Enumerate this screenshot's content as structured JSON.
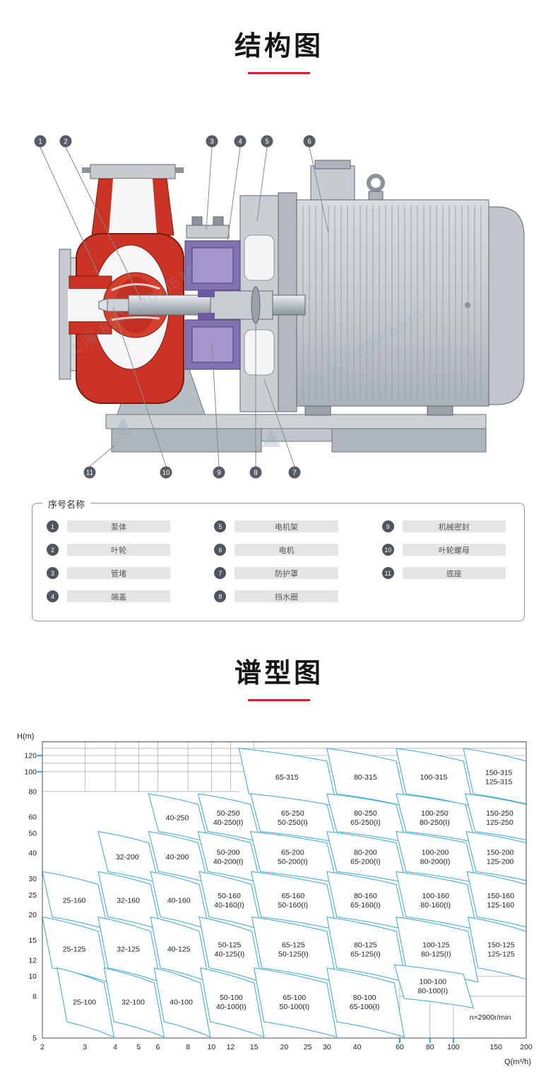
{
  "header": {
    "structure_title": "结构图",
    "spectrum_title": "谱型图",
    "accent_color": "#d2232e"
  },
  "diagram": {
    "watermark": "上海 800-820-6570",
    "callouts_top": [
      "1",
      "2",
      "3",
      "4",
      "5",
      "6"
    ],
    "callouts_bottom": [
      "11",
      "10",
      "9",
      "8",
      "7"
    ]
  },
  "legend": {
    "label": "序号名称",
    "columns": [
      {
        "items": [
          {
            "num": "1",
            "name": "泵体"
          },
          {
            "num": "2",
            "name": "叶轮"
          },
          {
            "num": "3",
            "name": "管堵"
          },
          {
            "num": "4",
            "name": "端盖"
          }
        ]
      },
      {
        "items": [
          {
            "num": "5",
            "name": "电机架"
          },
          {
            "num": "6",
            "name": "电机"
          },
          {
            "num": "7",
            "name": "防护罩"
          },
          {
            "num": "8",
            "name": "挡水圈"
          }
        ]
      },
      {
        "items": [
          {
            "num": "9",
            "name": "机械密封"
          },
          {
            "num": "10",
            "name": "叶轮螺母"
          },
          {
            "num": "11",
            "name": "底座"
          }
        ]
      }
    ]
  },
  "chart_data": {
    "type": "region-map",
    "title": "谱型图",
    "xlabel": "Q(m³/h)",
    "ylabel": "H(m)",
    "x_scale": "log",
    "y_scale": "log",
    "xlim": [
      2,
      200
    ],
    "ylim": [
      5,
      140
    ],
    "x_ticks": [
      2,
      3,
      4,
      5,
      6,
      8,
      10,
      12,
      15,
      20,
      25,
      30,
      40,
      60,
      80,
      100,
      150,
      200
    ],
    "y_ticks": [
      120,
      100,
      80,
      60,
      50,
      40,
      30,
      25,
      20,
      15,
      12,
      10,
      8,
      5
    ],
    "speed_annotation": "n=2900r/min",
    "rows": [
      {
        "h": [
          78,
          130
        ],
        "cells": [
          {
            "labels": [
              "65-315"
            ],
            "q": [
              13,
              30
            ]
          },
          {
            "labels": [
              "80-315"
            ],
            "q": [
              30,
              58
            ]
          },
          {
            "labels": [
              "100-315"
            ],
            "q": [
              58,
              110
            ]
          },
          {
            "labels": [
              "150-315",
              "125-315"
            ],
            "q": [
              110,
              200
            ]
          }
        ]
      },
      {
        "h": [
          51,
          78
        ],
        "cells": [
          {
            "labels": [
              "40-250"
            ],
            "q": [
              5.5,
              8.8
            ]
          },
          {
            "labels": [
              "50-250",
              "40-250(I)"
            ],
            "q": [
              8.8,
              14.5
            ]
          },
          {
            "labels": [
              "65-250",
              "50-250(I)"
            ],
            "q": [
              14.5,
              30
            ]
          },
          {
            "labels": [
              "80-250",
              "65-250(I)"
            ],
            "q": [
              30,
              58
            ]
          },
          {
            "labels": [
              "100-250",
              "80-250(I)"
            ],
            "q": [
              58,
              112
            ]
          },
          {
            "labels": [
              "150-250",
              "125-250"
            ],
            "q": [
              112,
              200
            ]
          }
        ]
      },
      {
        "h": [
          32.5,
          51
        ],
        "cells": [
          {
            "labels": [
              "32-200"
            ],
            "q": [
              3.4,
              5.5
            ]
          },
          {
            "labels": [
              "40-200"
            ],
            "q": [
              5.5,
              8.8
            ]
          },
          {
            "labels": [
              "50-200",
              "40-200(I)"
            ],
            "q": [
              8.8,
              14.5
            ]
          },
          {
            "labels": [
              "65-200",
              "50-200(I)"
            ],
            "q": [
              14.5,
              30
            ]
          },
          {
            "labels": [
              "80-200",
              "65-200(I)"
            ],
            "q": [
              30,
              58
            ]
          },
          {
            "labels": [
              "100-200",
              "80-200(I)"
            ],
            "q": [
              58,
              113
            ]
          },
          {
            "labels": [
              "150-200",
              "125-200"
            ],
            "q": [
              113,
              200
            ]
          }
        ]
      },
      {
        "h": [
          19.5,
          32.5
        ],
        "cells": [
          {
            "labels": [
              "25-160"
            ],
            "q": [
              2,
              3.4
            ]
          },
          {
            "labels": [
              "32-160"
            ],
            "q": [
              3.4,
              5.6
            ]
          },
          {
            "labels": [
              "40-160"
            ],
            "q": [
              5.6,
              8.9
            ]
          },
          {
            "labels": [
              "50-160",
              "40-160(I)"
            ],
            "q": [
              8.9,
              14.6
            ]
          },
          {
            "labels": [
              "65-160",
              "50-160(I)"
            ],
            "q": [
              14.6,
              30
            ]
          },
          {
            "labels": [
              "80-160",
              "65-160(I)"
            ],
            "q": [
              30,
              58
            ]
          },
          {
            "labels": [
              "100-160",
              "80-160(I)"
            ],
            "q": [
              58,
              114
            ]
          },
          {
            "labels": [
              "150-160",
              "125-160"
            ],
            "q": [
              114,
              200
            ]
          }
        ]
      },
      {
        "h": [
          11,
          19.5
        ],
        "cells": [
          {
            "labels": [
              "25-125"
            ],
            "q": [
              2,
              3.4
            ]
          },
          {
            "labels": [
              "32-125"
            ],
            "q": [
              3.4,
              5.6
            ]
          },
          {
            "labels": [
              "40-125"
            ],
            "q": [
              5.6,
              8.9
            ]
          },
          {
            "labels": [
              "50-125",
              "40-125(I)"
            ],
            "q": [
              8.9,
              14.7
            ]
          },
          {
            "labels": [
              "65-125",
              "50-125(I)"
            ],
            "q": [
              14.7,
              30
            ]
          },
          {
            "labels": [
              "80-125",
              "65-125(I)"
            ],
            "q": [
              30,
              58
            ]
          },
          {
            "labels": [
              "100-125",
              "80-125(I)"
            ],
            "q": [
              58,
              115
            ]
          },
          {
            "labels": [
              "150-125",
              "125-125"
            ],
            "q": [
              115,
              200
            ]
          }
        ]
      },
      {
        "h": [
          6,
          11
        ],
        "cells": [
          {
            "labels": [
              "25-100"
            ],
            "q": [
              2.3,
              3.6
            ]
          },
          {
            "labels": [
              "32-100"
            ],
            "q": [
              3.6,
              5.8
            ]
          },
          {
            "labels": [
              "40-100"
            ],
            "q": [
              5.8,
              9
            ]
          },
          {
            "labels": [
              "50-100",
              "40-100(I)"
            ],
            "q": [
              9,
              15
            ]
          },
          {
            "labels": [
              "65-100",
              "50-100(I)"
            ],
            "q": [
              15,
              30
            ]
          },
          {
            "labels": [
              "80-100",
              "65-100(I)"
            ],
            "q": [
              30,
              57
            ]
          },
          {
            "labels": [
              "100-100",
              "80-100(I)"
            ],
            "q": [
              57,
              110
            ],
            "h": [
              7.8,
              11.4
            ]
          }
        ]
      }
    ]
  }
}
